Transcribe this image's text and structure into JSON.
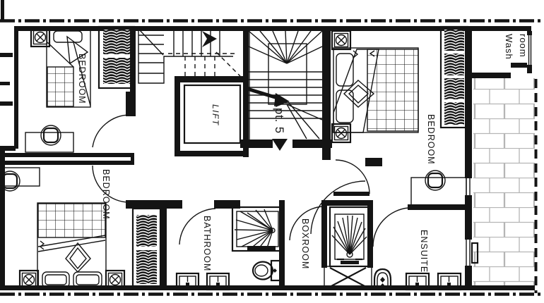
{
  "drawing": {
    "type": "architectural-floor-plan",
    "labels": {
      "bedroom_top_left": "BEDROOM",
      "bedroom_bottom_left": "BEDROOM",
      "bedroom_right": "BEDROOM",
      "bathroom": "BATHROOM",
      "boxroom": "BOXROOM",
      "ensuite": "ENSUITE",
      "lift": "LIFT",
      "apartment": "Apt. 5",
      "washroom_line1": "Wash",
      "washroom_line2": "room"
    },
    "colors": {
      "line": "#141414",
      "brick_joint": "#b5b5b5",
      "background": "#ffffff"
    }
  }
}
